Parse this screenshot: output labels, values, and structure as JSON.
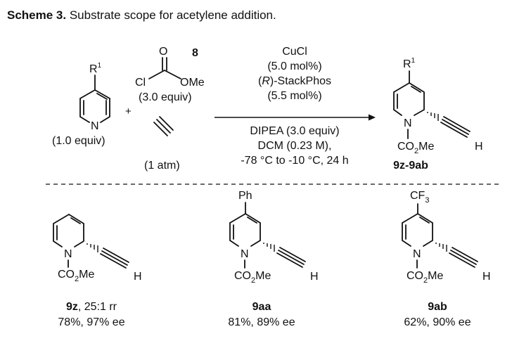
{
  "caption": {
    "label": "Scheme 3.",
    "text": " Substrate scope for acetylene addition."
  },
  "reactants": {
    "pyridine_sub": "R",
    "pyridine_sup": "1",
    "pyridine_N": "N",
    "pyridine_equiv": "(1.0 equiv)",
    "plus": "+",
    "chloroformate_number": "8",
    "chloroformate_O": "O",
    "chloroformate_Cl": "Cl",
    "chloroformate_OMe": "OMe",
    "chloroformate_equiv": "(3.0 equiv)",
    "acetylene_pressure": "(1 atm)"
  },
  "conditions": {
    "above": [
      "CuCl",
      "(5.0 mol%)",
      "(R)-StackPhos",
      "(5.5 mol%)"
    ],
    "below": [
      "DIPEA (3.0 equiv)",
      "DCM (0.23 M),",
      "-78 °C to -10 °C, 24 h"
    ]
  },
  "product": {
    "R": "R",
    "sup": "1",
    "N": "N",
    "H": "H",
    "label": "9z-9ab"
  },
  "examples": [
    {
      "id": "9z",
      "substituent": "",
      "rr": ", 25:1 rr",
      "yield_ee": "78%, 97% ee"
    },
    {
      "id": "9aa",
      "substituent": "Ph",
      "rr": "",
      "yield_ee": "81%, 89% ee"
    },
    {
      "id": "9ab",
      "substituent": "CF3",
      "rr": "",
      "yield_ee": "62%, 90% ee"
    }
  ],
  "common": {
    "N": "N",
    "H": "H"
  }
}
